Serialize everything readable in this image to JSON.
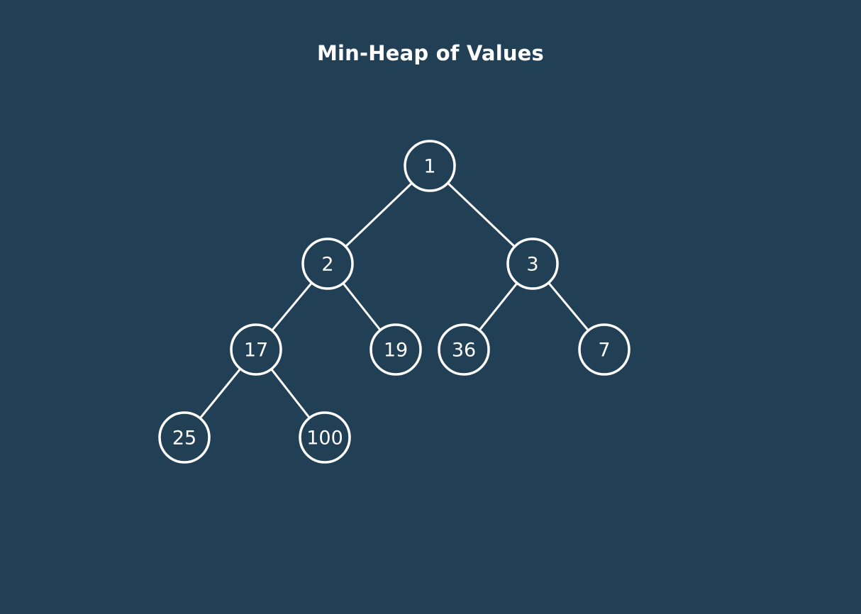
{
  "title": "Min-Heap of Values",
  "colors": {
    "background": "#213f55",
    "stroke": "#ffffff",
    "text": "#ffffff"
  },
  "nodes": [
    {
      "id": "n1",
      "label": "1"
    },
    {
      "id": "n2",
      "label": "2"
    },
    {
      "id": "n3",
      "label": "3"
    },
    {
      "id": "n17",
      "label": "17"
    },
    {
      "id": "n19",
      "label": "19"
    },
    {
      "id": "n36",
      "label": "36"
    },
    {
      "id": "n7",
      "label": "7"
    },
    {
      "id": "n25",
      "label": "25"
    },
    {
      "id": "n100",
      "label": "100"
    }
  ],
  "edges": [
    {
      "from": "n1",
      "to": "n2"
    },
    {
      "from": "n1",
      "to": "n3"
    },
    {
      "from": "n2",
      "to": "n17"
    },
    {
      "from": "n2",
      "to": "n19"
    },
    {
      "from": "n3",
      "to": "n36"
    },
    {
      "from": "n3",
      "to": "n7"
    },
    {
      "from": "n17",
      "to": "n25"
    },
    {
      "from": "n17",
      "to": "n100"
    }
  ]
}
